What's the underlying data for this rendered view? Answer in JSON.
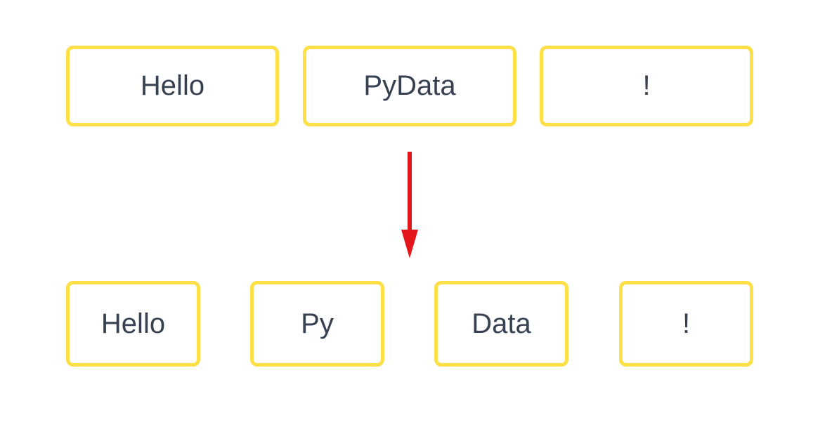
{
  "input_tokens": [
    "Hello",
    "PyData",
    "!"
  ],
  "output_tokens": [
    "Hello",
    "Py",
    "Data",
    "!"
  ],
  "colors": {
    "box_border": "#FDE047",
    "text": "#374151",
    "arrow": "#E3161B"
  }
}
